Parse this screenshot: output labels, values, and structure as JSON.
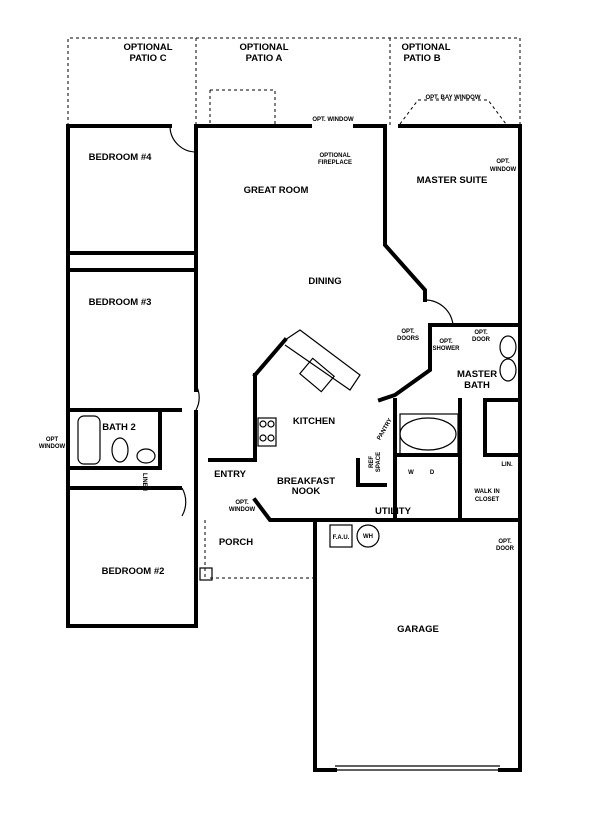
{
  "patios": {
    "c": [
      "OPTIONAL",
      "PATIO C"
    ],
    "a": [
      "OPTIONAL",
      "PATIO A"
    ],
    "b": [
      "OPTIONAL",
      "PATIO B"
    ]
  },
  "rooms": {
    "bedroom4": "BEDROOM #4",
    "bedroom3": "BEDROOM #3",
    "bedroom2": "BEDROOM #2",
    "bath2": "BATH 2",
    "great_room": "GREAT ROOM",
    "dining": "DINING",
    "master_suite": "MASTER SUITE",
    "master_bath": [
      "MASTER",
      "BATH"
    ],
    "kitchen": "KITCHEN",
    "breakfast_nook": [
      "BREAKFAST",
      "NOOK"
    ],
    "entry": "ENTRY",
    "porch": "PORCH",
    "utility": "UTILITY",
    "garage": "GARAGE",
    "walk_in_closet": [
      "WALK IN",
      "CLOSET"
    ]
  },
  "notes": {
    "opt_window_top": "OPT. WINDOW",
    "optional_fireplace": [
      "OPTIONAL",
      "FIREPLACE"
    ],
    "opt_bay_window": "OPT. BAY WINDOW",
    "opt_window_right": [
      "OPT.",
      "WINDOW"
    ],
    "opt_doors": [
      "OPT.",
      "DOORS"
    ],
    "opt_shower": [
      "OPT.",
      "SHOWER"
    ],
    "opt_door_bath": [
      "OPT.",
      "DOOR"
    ],
    "opt_window_left": [
      "OPT",
      "WINDOW"
    ],
    "opt_window_entry": [
      "OPT.",
      "WINDOW"
    ],
    "opt_door_garage": [
      "OPT.",
      "DOOR"
    ],
    "pantry": "PANTRY",
    "ref_space": [
      "REF",
      "SPACE"
    ],
    "washer": "W",
    "dryer": "D",
    "lin": "LIN.",
    "linen": "LINEN",
    "fau": "F.A.U.",
    "wh": "WH"
  }
}
